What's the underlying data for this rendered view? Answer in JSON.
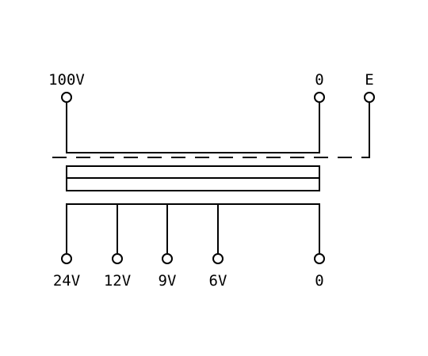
{
  "primary": {
    "terminals": [
      {
        "label": "100V"
      },
      {
        "label": "0"
      }
    ]
  },
  "earth": {
    "label": "E"
  },
  "secondary": {
    "terminals": [
      {
        "label": "24V"
      },
      {
        "label": "12V"
      },
      {
        "label": "9V"
      },
      {
        "label": "6V"
      },
      {
        "label": "0"
      }
    ]
  }
}
